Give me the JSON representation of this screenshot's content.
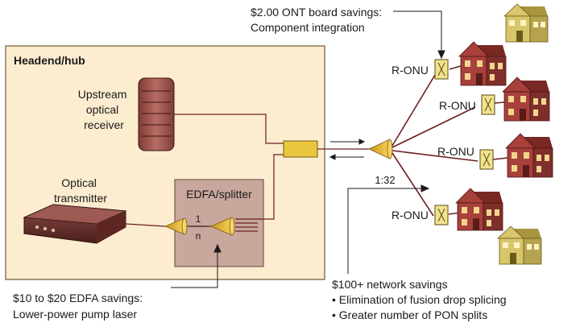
{
  "headend": {
    "title": "Headend/hub",
    "receiver_label": [
      "Upstream",
      "optical",
      "receiver"
    ],
    "transmitter_label": [
      "Optical",
      "transmitter"
    ],
    "edfa_label": "EDFA/splitter",
    "split_top": "1",
    "split_bottom": "n"
  },
  "splitter_ratio": "1:32",
  "onu_label": "R-ONU",
  "callouts": {
    "ont": [
      "$2.00 ONT board savings:",
      "Component integration"
    ],
    "edfa": [
      "$10 to $20 EDFA savings:",
      "Lower-power pump laser"
    ],
    "network": [
      "$100+ network savings",
      "• Elimination of fusion drop splicing",
      "• Greater number of PON splits"
    ]
  },
  "colors": {
    "headend_fill": "#fcecd0",
    "edfa_fill": "#c8a79c",
    "house_red": "#a8403b",
    "house_yellow": "#d8c66a",
    "onu_fill": "#f1e38f",
    "fiber": "#6b1f1f",
    "coupler": "#f0c63a"
  }
}
